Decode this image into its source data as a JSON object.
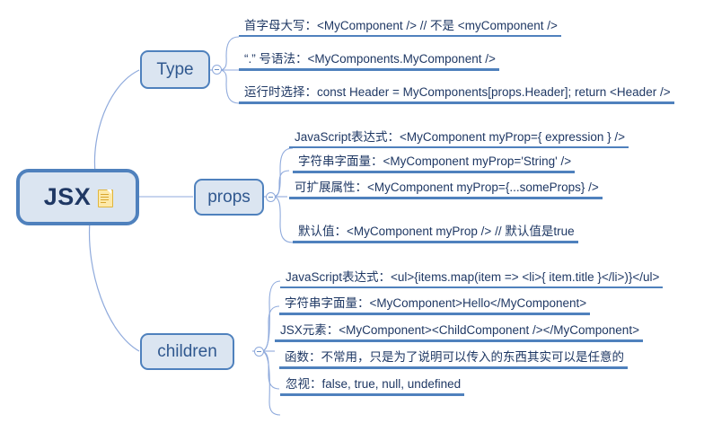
{
  "diagram": {
    "type": "mind-map",
    "title": "JSX",
    "colors": {
      "node_fill": "#dbe5f1",
      "node_border": "#4f81bd",
      "text": "#1f3864",
      "branch_text": "#30588f",
      "connector": "#8faadc",
      "icon": "#fde9a9"
    },
    "root": {
      "label": "JSX",
      "icon": "note-icon"
    },
    "branches": [
      {
        "id": "type",
        "label": "Type",
        "leaves": [
          {
            "text": "首字母大写：<MyComponent />    // 不是 <myComponent />"
          },
          {
            "text": "“.” 号语法：<MyComponents.MyComponent />"
          },
          {
            "text": "运行时选择：const Header = MyComponents[props.Header];  return <Header />"
          }
        ]
      },
      {
        "id": "props",
        "label": "props",
        "leaves": [
          {
            "text": "JavaScript表达式：<MyComponent myProp={ expression } />"
          },
          {
            "text": "字符串字面量：<MyComponent myProp='String' />"
          },
          {
            "text": "可扩展属性：<MyComponent myProp={...someProps} />"
          },
          {
            "text": "默认值：<MyComponent myProp />     // 默认值是true"
          }
        ]
      },
      {
        "id": "children",
        "label": "children",
        "leaves": [
          {
            "text": "JavaScript表达式：<ul>{items.map(item =>  <li>{ item.title }</li>)}</ul>"
          },
          {
            "text": "字符串字面量：<MyComponent>Hello</MyComponent>"
          },
          {
            "text": "JSX元素：<MyComponent><ChildComponent /></MyComponent>"
          },
          {
            "text": "函数：不常用，只是为了说明可以传入的东西其实可以是任意的"
          },
          {
            "text": "忽视：false, true, null, undefined"
          }
        ]
      }
    ]
  }
}
